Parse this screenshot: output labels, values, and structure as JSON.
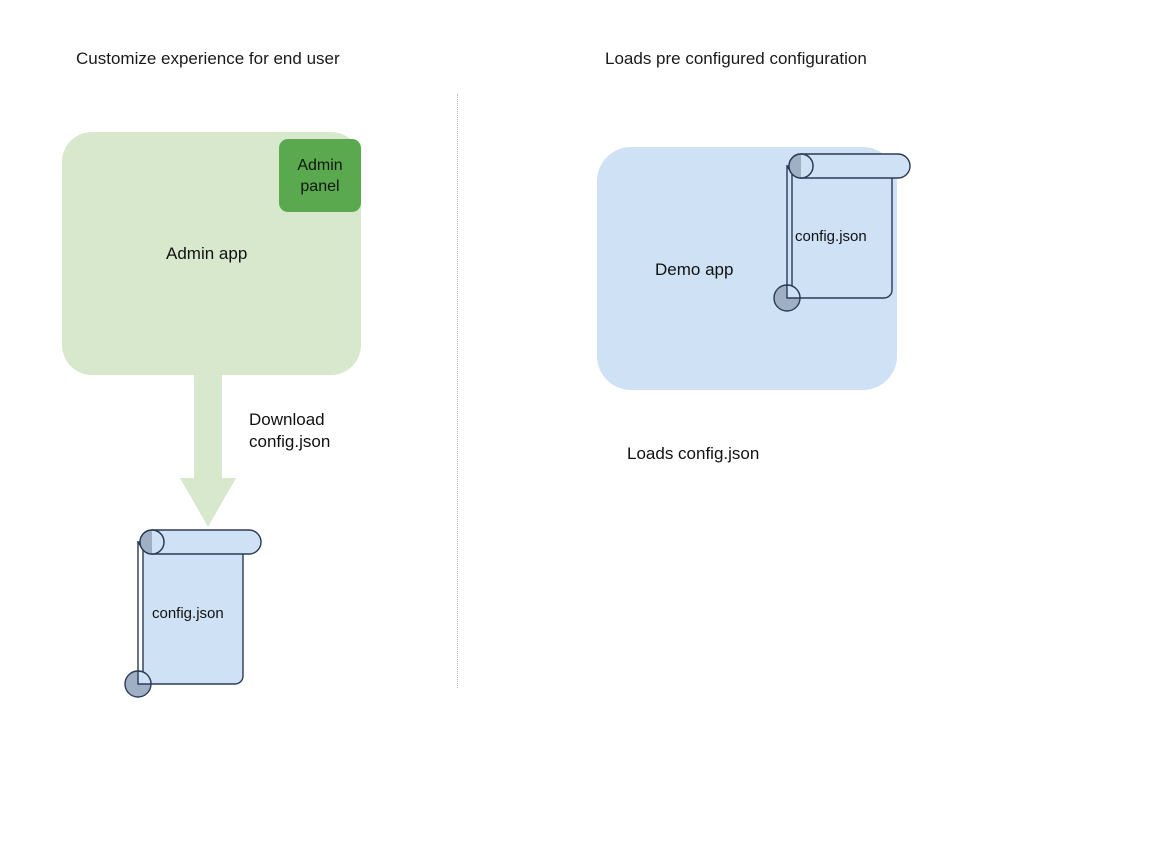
{
  "diagram": {
    "background": "#ffffff",
    "columns": [
      {
        "title": "Customize experience for end user",
        "app": {
          "label": "Admin app",
          "fill": "#d8e8cd",
          "panel": {
            "label": "Admin\npanel",
            "line1": "Admin",
            "line2": "panel",
            "fill": "#5ba94f"
          }
        },
        "arrow": {
          "label_line1": "Download",
          "label_line2": "config.json",
          "fill": "#d8e8cd",
          "direction": "down"
        },
        "file": {
          "label": "config.json",
          "fill": "#cfe1f5",
          "stroke": "#2b3a55",
          "curl_fill": "#9fb0c4"
        }
      },
      {
        "title": "Loads pre configured configuration",
        "app": {
          "label": "Demo app",
          "fill": "#cfe1f5"
        },
        "file": {
          "label": "config.json",
          "fill": "#cfe1f5",
          "stroke": "#2b3a55",
          "curl_fill": "#9fb0c4"
        },
        "caption": "Loads config.json"
      }
    ],
    "divider": {
      "style": "dotted",
      "color": "#b9b9b9",
      "orientation": "vertical"
    }
  }
}
